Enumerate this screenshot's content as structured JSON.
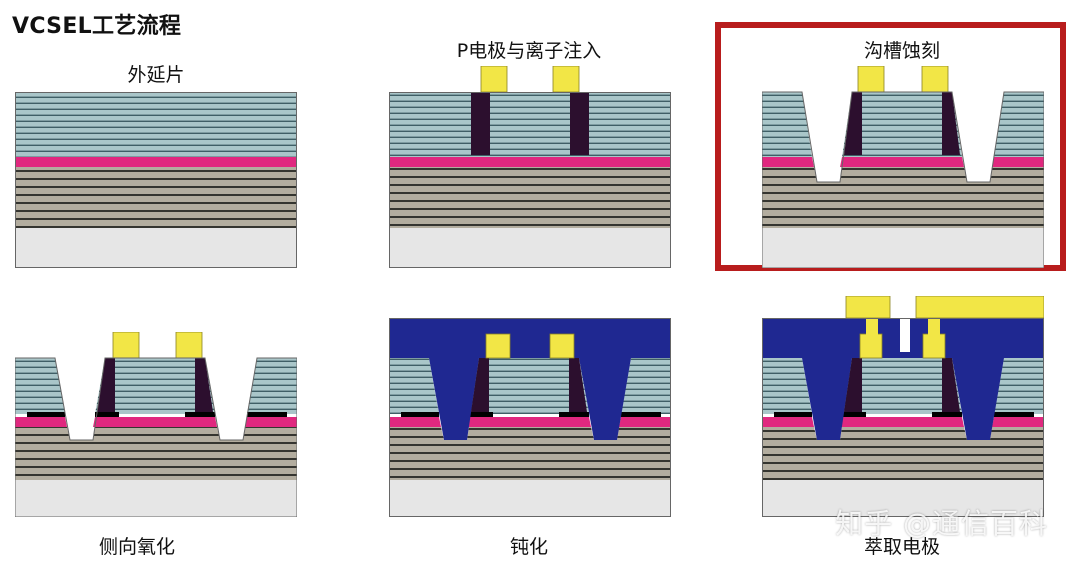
{
  "title": "VCSEL工艺流程",
  "steps": [
    {
      "label": "外延片"
    },
    {
      "label": "P电极与离子注入"
    },
    {
      "label": "沟槽蚀刻"
    },
    {
      "label": "侧向氧化"
    },
    {
      "label": "钝化"
    },
    {
      "label": "萃取电极"
    }
  ],
  "highlighted_step": "沟槽蚀刻",
  "watermark": "知乎 @通信百科",
  "colors": {
    "dbr_top": "#a9c6c9",
    "dbr_line": "#3f5f66",
    "active_layer": "#e0287f",
    "dbr_bottom": "#b3ad9f",
    "dbr_bottom_line": "#353530",
    "substrate": "#e6e6e6",
    "implant": "#2c0f2e",
    "electrode": "#f2e646",
    "passivation": "#1f2891",
    "oxide": "#000000",
    "highlight": "#b81d1d"
  }
}
